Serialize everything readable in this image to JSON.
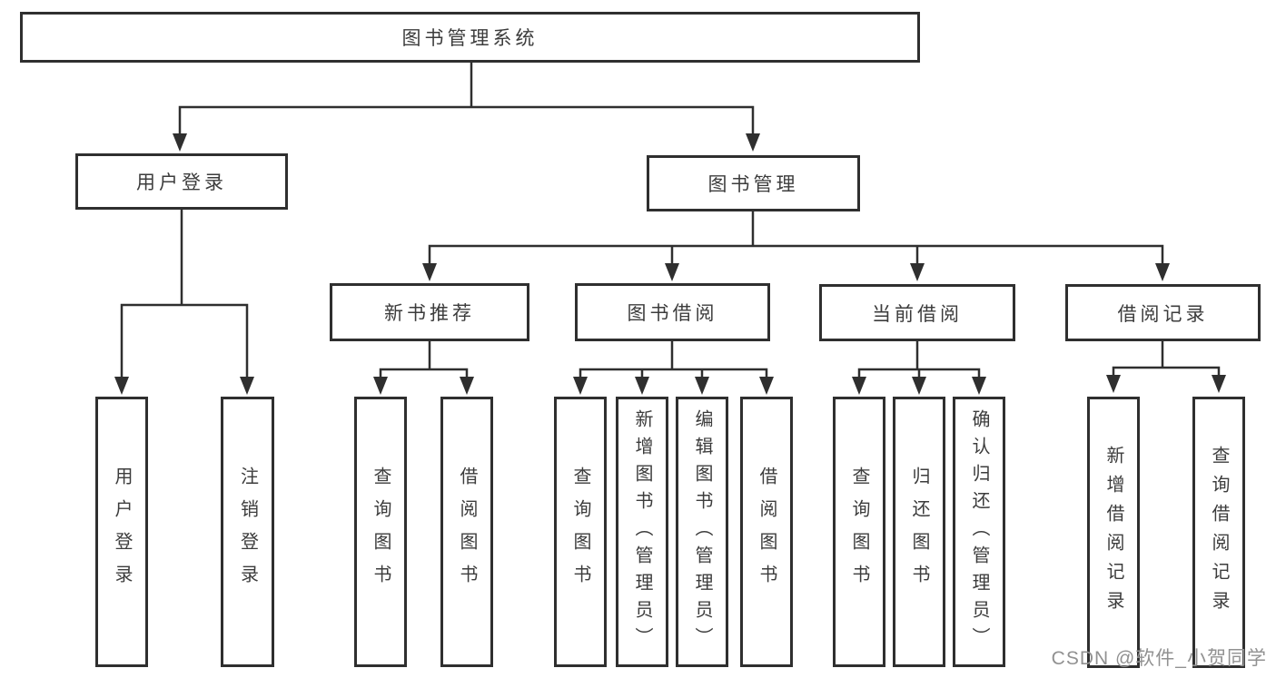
{
  "diagram": {
    "title_node": {
      "label": "图书管理系统"
    },
    "level2": [
      {
        "label": "用户登录"
      },
      {
        "label": "图书管理"
      }
    ],
    "level3": [
      {
        "label": "新书推荐"
      },
      {
        "label": "图书借阅"
      },
      {
        "label": "当前借阅"
      },
      {
        "label": "借阅记录"
      }
    ],
    "leaves": {
      "login": [
        {
          "label": "用户登录"
        },
        {
          "label": "注销登录"
        }
      ],
      "recommend": [
        {
          "label": "查询图书"
        },
        {
          "label": "借阅图书"
        }
      ],
      "borrow": [
        {
          "label": "查询图书"
        },
        {
          "label": "新增图书（管理员）"
        },
        {
          "label": "编辑图书（管理员）"
        },
        {
          "label": "借阅图书"
        }
      ],
      "current": [
        {
          "label": "查询图书"
        },
        {
          "label": "归还图书"
        },
        {
          "label": "确认归还（管理员）"
        }
      ],
      "records": [
        {
          "label": "新增借阅记录"
        },
        {
          "label": "查询借阅记录"
        }
      ]
    },
    "watermark": "CSDN @软件_小贺同学",
    "colors": {
      "line": "#2f2f2f",
      "text": "#3c3c3c",
      "background": "#ffffff",
      "watermark": "#919191"
    }
  }
}
